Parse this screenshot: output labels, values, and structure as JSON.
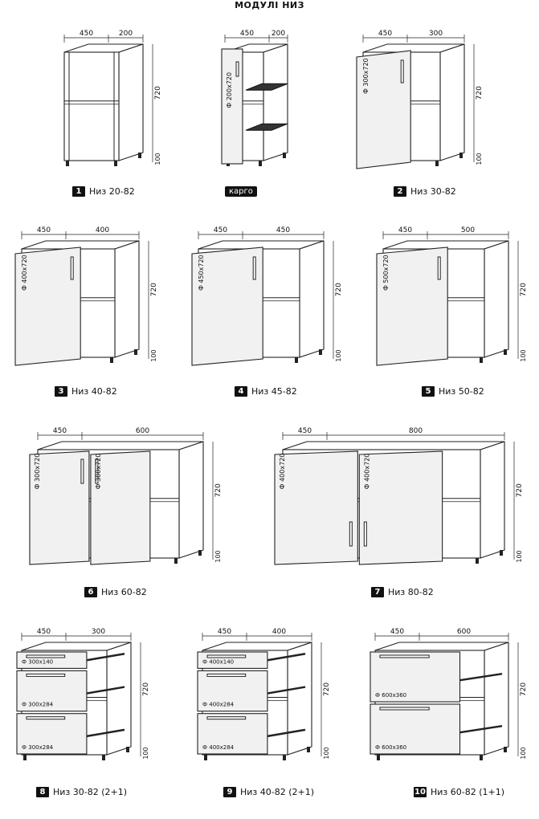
{
  "title": "МОДУЛІ НИЗ",
  "modules": [
    {
      "num": "1",
      "name": "Низ 20-82",
      "depth": "450",
      "width": "200",
      "height": "720",
      "plinth": "100",
      "fronts": [],
      "kind": "open"
    },
    {
      "num": "",
      "name": "карго",
      "depth": "450",
      "width": "200",
      "height": "",
      "plinth": "",
      "fronts": [
        "Ф 200x720"
      ],
      "kind": "cargo"
    },
    {
      "num": "2",
      "name": "Низ 30-82",
      "depth": "450",
      "width": "300",
      "height": "720",
      "plinth": "100",
      "fronts": [
        "Ф 300x720"
      ],
      "kind": "door1"
    },
    {
      "num": "3",
      "name": "Низ 40-82",
      "depth": "450",
      "width": "400",
      "height": "720",
      "plinth": "100",
      "fronts": [
        "Ф 400x720"
      ],
      "kind": "door1"
    },
    {
      "num": "4",
      "name": "Низ 45-82",
      "depth": "450",
      "width": "450",
      "height": "720",
      "plinth": "100",
      "fronts": [
        "Ф 450x720"
      ],
      "kind": "door1"
    },
    {
      "num": "5",
      "name": "Низ 50-82",
      "depth": "450",
      "width": "500",
      "height": "720",
      "plinth": "100",
      "fronts": [
        "Ф 500x720"
      ],
      "kind": "door1"
    },
    {
      "num": "6",
      "name": "Низ 60-82",
      "depth": "450",
      "width": "600",
      "height": "720",
      "plinth": "100",
      "fronts": [
        "Ф 300x720",
        "Ф 300x720"
      ],
      "kind": "door2"
    },
    {
      "num": "7",
      "name": "Низ 80-82",
      "depth": "450",
      "width": "800",
      "height": "720",
      "plinth": "100",
      "fronts": [
        "Ф 400x720",
        "Ф 400x720"
      ],
      "kind": "door2low"
    },
    {
      "num": "8",
      "name": "Низ 30-82 (2+1)",
      "depth": "450",
      "width": "300",
      "height": "720",
      "plinth": "100",
      "fronts": [
        "Ф 300x140",
        "Ф 300x284",
        "Ф 300x284"
      ],
      "kind": "drawer3"
    },
    {
      "num": "9",
      "name": "Низ 40-82 (2+1)",
      "depth": "450",
      "width": "400",
      "height": "720",
      "plinth": "100",
      "fronts": [
        "Ф 400x140",
        "Ф 400x284",
        "Ф 400x284"
      ],
      "kind": "drawer3"
    },
    {
      "num": "10",
      "name": "Низ 60-82 (1+1)",
      "depth": "450",
      "width": "600",
      "height": "720",
      "plinth": "100",
      "fronts": [
        "Ф 600x360",
        "Ф 600x360"
      ],
      "kind": "drawer2"
    }
  ]
}
